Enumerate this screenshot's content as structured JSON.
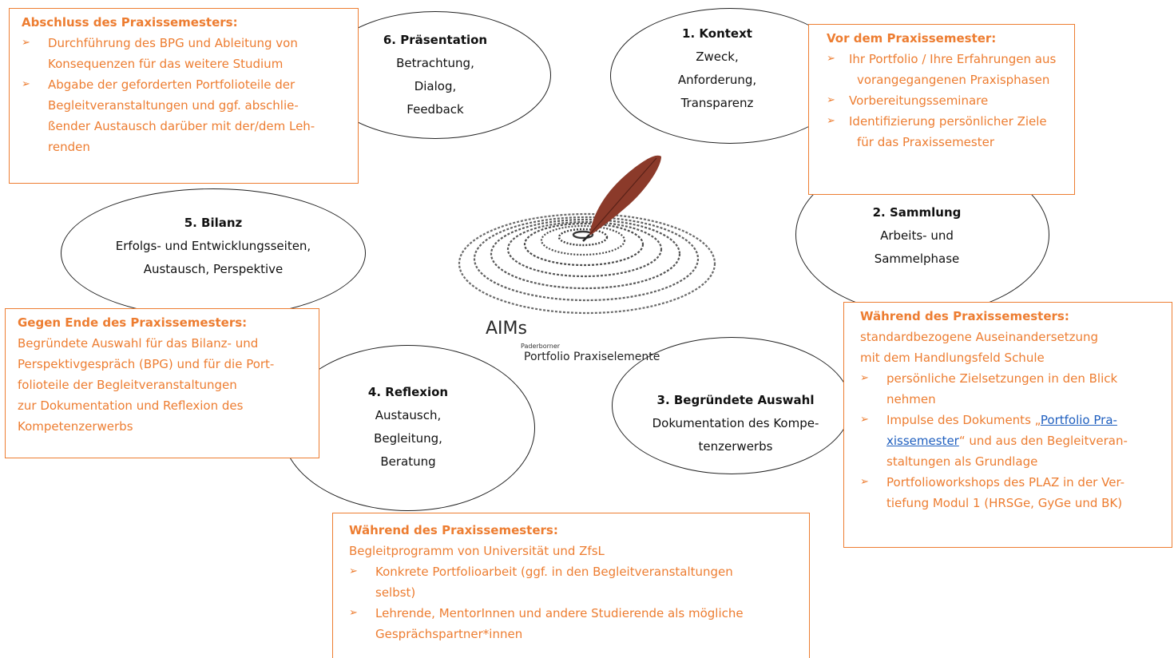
{
  "colors": {
    "accent_orange": "#ED7D31",
    "link_blue": "#1F5FBF",
    "ellipse_stroke": "#222222"
  },
  "ellipses": {
    "praesentation": {
      "title": "6. Präsentation",
      "lines": [
        "Betrachtung,",
        "Dialog,",
        "Feedback"
      ]
    },
    "kontext": {
      "title": "1. Kontext",
      "lines": [
        "Zweck,",
        "Anforderung,",
        "Transparenz"
      ]
    },
    "sammlung": {
      "title": "2. Sammlung",
      "lines": [
        "Arbeits- und",
        "Sammelphase"
      ]
    },
    "auswahl": {
      "title": "3. Begründete Auswahl",
      "lines": [
        "Dokumentation des Kompe-",
        "tenzerwerbs"
      ]
    },
    "reflexion": {
      "title": "4. Reflexion",
      "lines": [
        "Austausch,",
        "Begleitung,",
        "Beratung"
      ]
    },
    "bilanz": {
      "title": "5. Bilanz",
      "lines": [
        "Erfolgs- und Entwicklungsseiten,",
        "Austausch, Perspektive"
      ]
    }
  },
  "boxes": {
    "abschluss": {
      "title": "Abschluss des Praxissemesters:",
      "bullets": [
        [
          "Durchführung des BPG und Ableitung von",
          "Konsequenzen für das weitere Studium"
        ],
        [
          "Abgabe der geforderten Portfolioteile der",
          "Begleitveranstaltungen und ggf. abschlie-",
          "ßender Austausch darüber mit der/dem Leh-",
          "renden"
        ]
      ]
    },
    "vor": {
      "title": "Vor dem Praxissemester:",
      "bullets": [
        [
          "Ihr Portfolio / Ihre Erfahrungen aus",
          "vorangegangenen Praxisphasen"
        ],
        [
          "Vorbereitungsseminare"
        ],
        [
          "Identifizierung persönlicher Ziele",
          "für das Praxissemester"
        ]
      ]
    },
    "gegen_ende": {
      "title": "Gegen Ende des Praxissemesters:",
      "lines": [
        "Begründete Auswahl für das Bilanz- und",
        "Perspektivgespräch (BPG) und für die Port-",
        "folioteile der Begleitveranstaltungen",
        "zur Dokumentation und Reflexion des",
        "Kompetenzerwerbs"
      ]
    },
    "waehrend_rechts": {
      "title": "Während des Praxissemesters:",
      "lines": [
        "standardbezogene Auseinandersetzung",
        "mit dem Handlungsfeld Schule"
      ],
      "bullet1": [
        "persönliche Zielsetzungen in den Blick",
        "nehmen"
      ],
      "bullet2_prefix": "Impulse des Dokuments „",
      "bullet2_link_a": "Portfolio Pra-",
      "bullet2_link_b": "xissemester",
      "bullet2_suffix": "“ und aus den Begleitveran-",
      "bullet2_rest": [
        "staltungen als Grundlage"
      ],
      "bullet3": [
        "Portfolioworkshops des PLAZ in der Ver-",
        "tiefung Modul 1 (HRSGe, GyGe und BK)"
      ]
    },
    "waehrend_unten": {
      "title": "Während des Praxissemesters:",
      "lines": [
        "Begleitprogramm von Universität und ZfsL"
      ],
      "bullets": [
        [
          "Konkrete Portfolioarbeit (ggf. in den Begleitveranstaltungen",
          "selbst)"
        ],
        [
          "Lehrende, MentorInnen und andere Studierende als mögliche",
          "Gesprächspartner*innen"
        ]
      ]
    }
  },
  "logo": {
    "brand": "AIMs",
    "sub": "Paderborner",
    "caption": "Portfolio Praxiselemente",
    "icon_name": "quill-spiral-logo-icon"
  }
}
